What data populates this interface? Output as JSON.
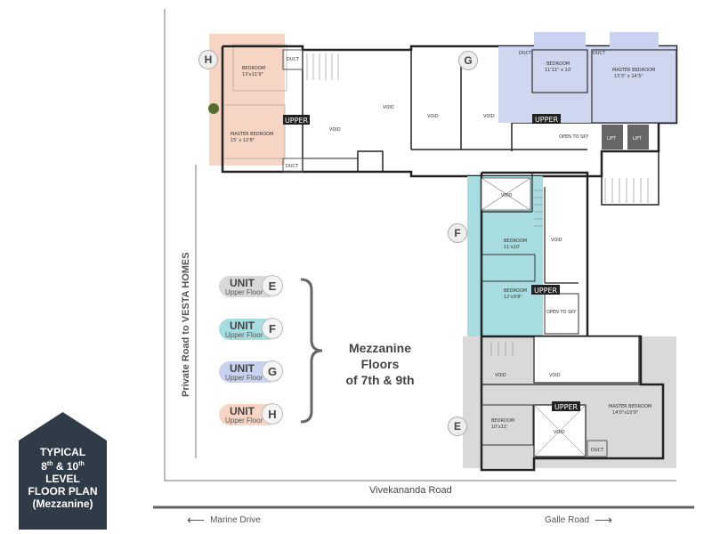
{
  "legend": [
    {
      "unit": "UNIT",
      "letter": "E",
      "sub": "Upper Floor",
      "color": "#d9d9d9"
    },
    {
      "unit": "UNIT",
      "letter": "F",
      "sub": "Upper Floor",
      "color": "#a7dde0"
    },
    {
      "unit": "UNIT",
      "letter": "G",
      "sub": "Upper Floor",
      "color": "#c9d2ee"
    },
    {
      "unit": "UNIT",
      "letter": "H",
      "sub": "Upper Floor",
      "color": "#f7d5c5"
    }
  ],
  "mezzanine_label": {
    "line1": "Mezzanine Floors",
    "line2": "of 7th & 9th"
  },
  "roads": {
    "private": "Private Road to VESTA HOMES",
    "vivekananda": "Vivekananda Road",
    "marine": "Marine Drive",
    "galle": "Galle Road"
  },
  "title_tag": {
    "line1": "TYPICAL",
    "line2a": "8",
    "line2sup1": "th",
    "line2b": " & 10",
    "line2sup2": "th",
    "line3": "LEVEL",
    "line4": "FLOOR PLAN",
    "line5": "(Mezzanine)"
  },
  "unit_markers": {
    "h": "H",
    "g": "G",
    "f": "F",
    "e": "E"
  },
  "rooms": {
    "h_bed": "BEDROOM",
    "h_bed_dim": "13'x11'9\"",
    "h_master": "MASTER BEDROOM",
    "h_master_dim": "15' x 12'8\"",
    "g_bed": "BEDROOM",
    "g_bed_dim": "11'11\" x 10'",
    "g_master": "MASTER BEDROOM",
    "g_master_dim": "13'3\" x 14'5\"",
    "f_bed1": "BEDROOM",
    "f_bed1_dim": "11'x10'",
    "f_bed2": "BEDROOM",
    "f_bed2_dim": "12'x9'8\"",
    "e_bed": "BEDROOM",
    "e_bed_dim": "10'x11'",
    "e_master": "MASTER BEDROOM",
    "e_master_dim": "14'0\"x10'9\""
  },
  "labels": {
    "void": "VOID",
    "duct": "DUCT",
    "upper": "UPPER",
    "lift": "LIFT",
    "open_to_sky": "OPEN TO SKY"
  },
  "colors": {
    "h": "#f7d5c5",
    "g": "#c9d2ee",
    "f": "#a7dde0",
    "e": "#d9d9d9",
    "tag": "#2f3b47"
  }
}
